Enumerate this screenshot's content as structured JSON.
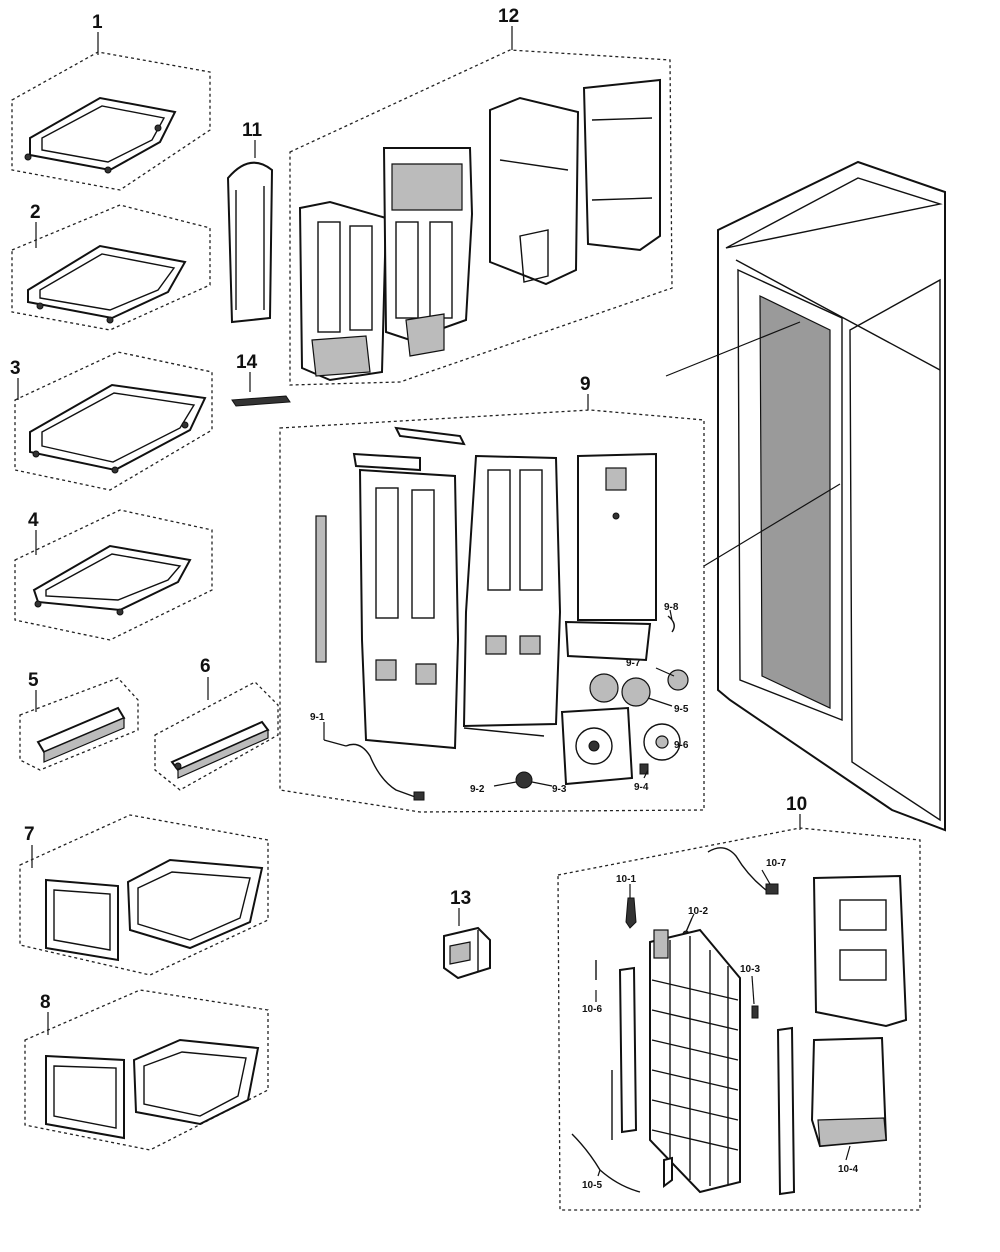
{
  "callouts": {
    "c1": "1",
    "c2": "2",
    "c3": "3",
    "c4": "4",
    "c5": "5",
    "c6": "6",
    "c7": "7",
    "c8": "8",
    "c9": "9",
    "c10": "10",
    "c11": "11",
    "c12": "12",
    "c13": "13",
    "c14": "14"
  },
  "sub_callouts": {
    "s9_1": "9-1",
    "s9_2": "9-2",
    "s9_3": "9-3",
    "s9_4": "9-4",
    "s9_5": "9-5",
    "s9_6": "9-6",
    "s9_7": "9-7",
    "s9_8": "9-8",
    "s10_1": "10-1",
    "s10_2": "10-2",
    "s10_3": "10-3",
    "s10_4": "10-4",
    "s10_5": "10-5",
    "s10_6": "10-6",
    "s10_7": "10-7"
  }
}
